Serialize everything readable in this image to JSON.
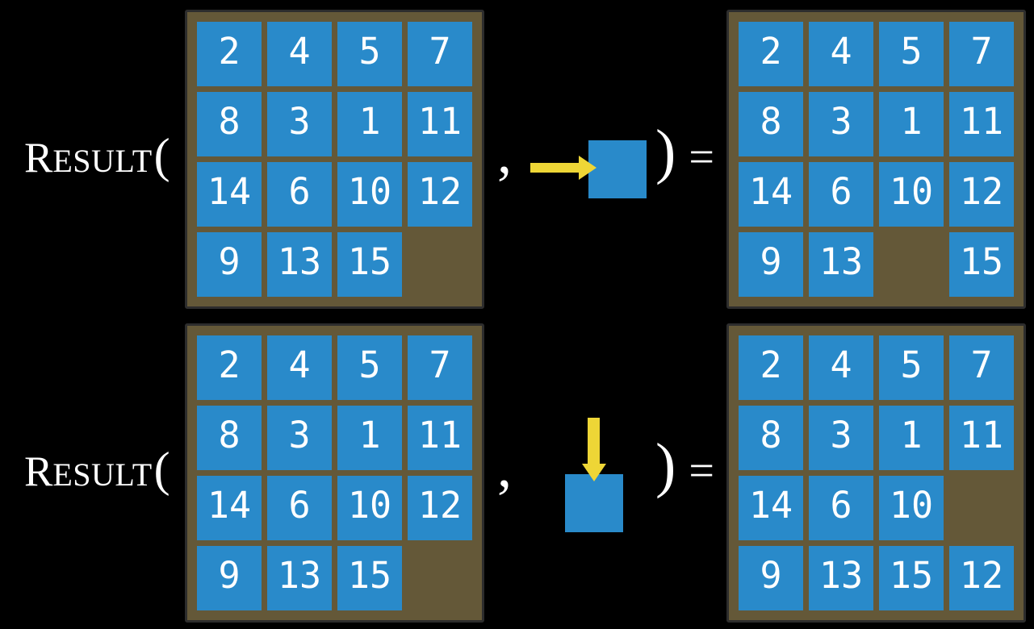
{
  "colors": {
    "background": "#000000",
    "tile_blue": "#298aca",
    "board_brown": "#645838",
    "board_border": "#2d2d2d",
    "arrow_yellow": "#eed636",
    "text_white": "#ffffff"
  },
  "rows": [
    {
      "function_label": {
        "cap": "R",
        "small_caps": "ESULT",
        "open_paren": "("
      },
      "comma": ",",
      "move_direction": "right",
      "move_icon": "right-arrow-icon",
      "close_paren": ")",
      "equals_sign": "=",
      "board_before": [
        [
          2,
          4,
          5,
          7
        ],
        [
          8,
          3,
          1,
          11
        ],
        [
          14,
          6,
          10,
          12
        ],
        [
          9,
          13,
          15,
          null
        ]
      ],
      "board_after": [
        [
          2,
          4,
          5,
          7
        ],
        [
          8,
          3,
          1,
          11
        ],
        [
          14,
          6,
          10,
          12
        ],
        [
          9,
          13,
          null,
          15
        ]
      ]
    },
    {
      "function_label": {
        "cap": "R",
        "small_caps": "ESULT",
        "open_paren": "("
      },
      "comma": ",",
      "move_direction": "down",
      "move_icon": "down-arrow-icon",
      "close_paren": ")",
      "equals_sign": "=",
      "board_before": [
        [
          2,
          4,
          5,
          7
        ],
        [
          8,
          3,
          1,
          11
        ],
        [
          14,
          6,
          10,
          12
        ],
        [
          9,
          13,
          15,
          null
        ]
      ],
      "board_after": [
        [
          2,
          4,
          5,
          7
        ],
        [
          8,
          3,
          1,
          11
        ],
        [
          14,
          6,
          10,
          null
        ],
        [
          9,
          13,
          15,
          12
        ]
      ]
    }
  ]
}
